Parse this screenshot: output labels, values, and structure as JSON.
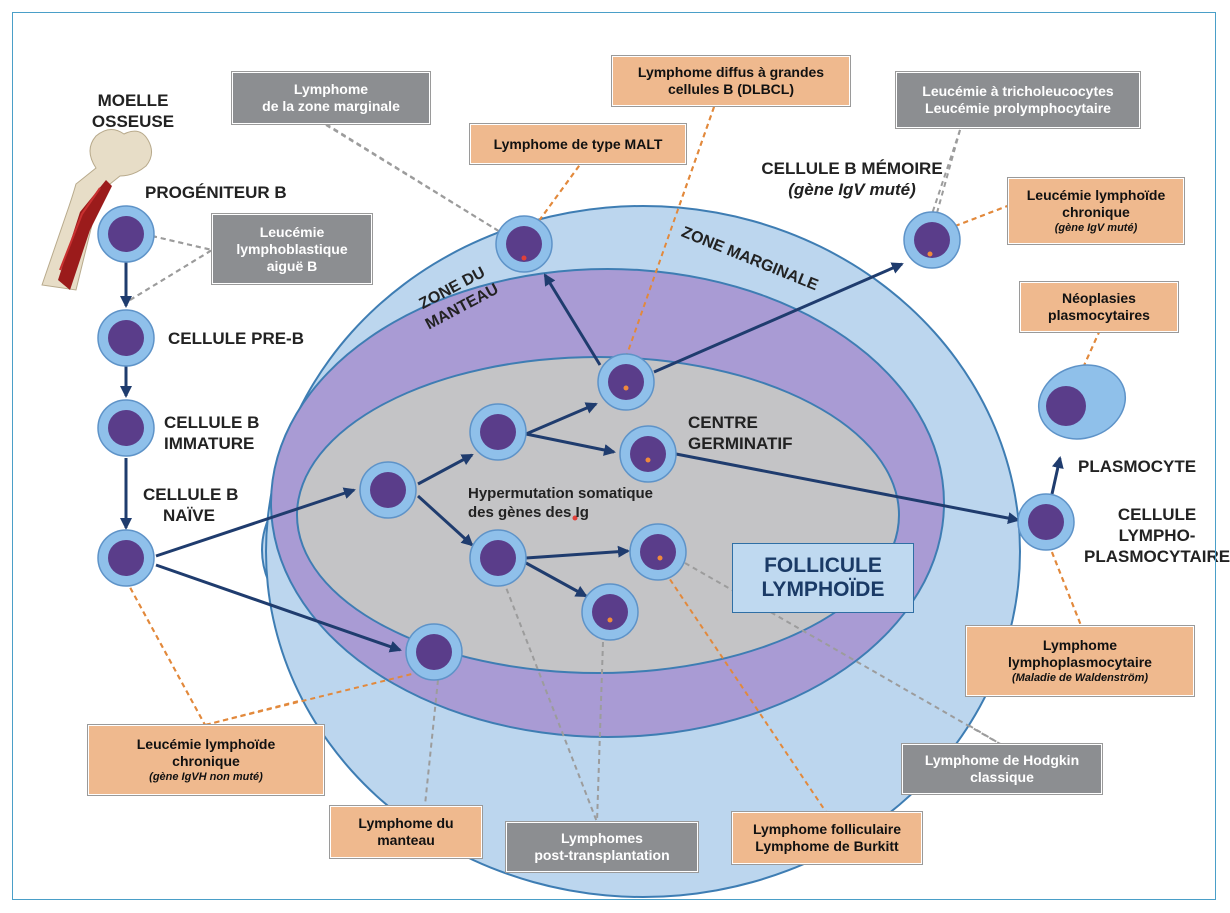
{
  "labels": {
    "moelle": "MOELLE",
    "osseuse": "OSSEUSE",
    "progeniteur": "PROGÉNITEUR B",
    "pre_b": "CELLULE PRE-B",
    "immature_1": "CELLULE B",
    "immature_2": "IMMATURE",
    "naive_1": "CELLULE B",
    "naive_2": "NAÏVE",
    "memoire": "CELLULE B MÉMOIRE",
    "memoire_note": "(gène IgV muté)",
    "zone_du": "ZONE DU",
    "manteau": "MANTEAU",
    "zone_marginale": "ZONE MARGINALE",
    "centre": "CENTRE",
    "germinatif": "GERMINATIF",
    "hypermutation_1": "Hypermutation somatique",
    "hypermutation_2": "des gènes des Ig",
    "plasmocyte": "PLASMOCYTE",
    "lympho_1": "CELLULE",
    "lympho_2": "LYMPHO-",
    "lympho_3": "PLASMOCYTAIRE",
    "follicule_1": "FOLLICULE",
    "follicule_2": "LYMPHOÏDE"
  },
  "boxes": {
    "lymphome_zone_marginale": [
      "Lymphome",
      "de la zone marginale"
    ],
    "dlbcl": [
      "Lymphome diffus à grandes",
      "cellules B (DLBCL)"
    ],
    "tricho": [
      "Leucémie à tricholeucocytes",
      "Leucémie prolymphocytaire"
    ],
    "malt": [
      "Lymphome de type MALT"
    ],
    "llc_mute": [
      "Leucémie lymphoïde",
      "chronique"
    ],
    "llc_mute_note": "(gène IgV muté)",
    "lal": [
      "Leucémie",
      "lymphoblastique",
      "aiguë B"
    ],
    "neoplasies": [
      "Néoplasies",
      "plasmocytaires"
    ],
    "lpl": [
      "Lymphome",
      "lymphoplasmocytaire"
    ],
    "lpl_note": "(Maladie de Waldenström)",
    "hodgkin": [
      "Lymphome de Hodgkin",
      "classique"
    ],
    "llc_non_mute": [
      "Leucémie lymphoïde",
      "chronique"
    ],
    "llc_non_mute_note": "(gène IgVH non muté)",
    "manteau": [
      "Lymphome du",
      "manteau"
    ],
    "post_transplant": [
      "Lymphomes",
      "post-transplantation"
    ],
    "folliculaire": [
      "Lymphome folliculaire",
      "Lymphome de Burkitt"
    ]
  },
  "colors": {
    "outer_zone": "#bcd6ee",
    "mantle_zone": "#a99bd4",
    "germinal_center": "#c4c4c6",
    "cell_ring": "#8fc0ea",
    "nucleus": "#5a3d8a",
    "arrow": "#1f3c6e",
    "gray_box": "#8c8e91",
    "orange_box": "#efb98e",
    "dot_red": "#e0403a",
    "dot_orange": "#f08a3c"
  }
}
